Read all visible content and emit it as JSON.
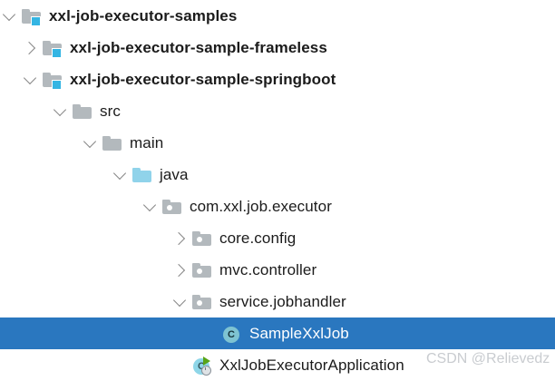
{
  "theme": {
    "background": "#ffffff",
    "selection_background": "#2a77bf",
    "selection_text": "#ffffff",
    "text": "#1b1b1b",
    "folder_gray": "#b3b9bd",
    "folder_cyan": "#90d3ea",
    "module_badge": "#34b5e3",
    "class_icon": "#8ecfd8",
    "run_arrow": "#59a416",
    "watermark": "#c9ccd0"
  },
  "tree": {
    "name": "project-tree",
    "rows": [
      {
        "label": "xxl-job-executor-samples",
        "icon": "module-folder-icon",
        "chevron": "chevron-down-icon",
        "depth": 0,
        "bold": true,
        "selected": false
      },
      {
        "label": "xxl-job-executor-sample-frameless",
        "icon": "module-folder-icon",
        "chevron": "chevron-right-icon",
        "depth": 1,
        "bold": true,
        "selected": false
      },
      {
        "label": "xxl-job-executor-sample-springboot",
        "icon": "module-folder-icon",
        "chevron": "chevron-down-icon",
        "depth": 1,
        "bold": true,
        "selected": false
      },
      {
        "label": "src",
        "icon": "folder-icon",
        "chevron": "chevron-down-icon",
        "depth": 2,
        "bold": false,
        "selected": false
      },
      {
        "label": "main",
        "icon": "folder-icon",
        "chevron": "chevron-down-icon",
        "depth": 3,
        "bold": false,
        "selected": false
      },
      {
        "label": "java",
        "icon": "source-folder-icon",
        "chevron": "chevron-down-icon",
        "depth": 4,
        "bold": false,
        "selected": false
      },
      {
        "label": "com.xxl.job.executor",
        "icon": "package-icon",
        "chevron": "chevron-down-icon",
        "depth": 5,
        "bold": false,
        "selected": false
      },
      {
        "label": "core.config",
        "icon": "package-icon",
        "chevron": "chevron-right-icon",
        "depth": 6,
        "bold": false,
        "selected": false
      },
      {
        "label": "mvc.controller",
        "icon": "package-icon",
        "chevron": "chevron-right-icon",
        "depth": 6,
        "bold": false,
        "selected": false
      },
      {
        "label": "service.jobhandler",
        "icon": "package-icon",
        "chevron": "chevron-down-icon",
        "depth": 6,
        "bold": false,
        "selected": false
      },
      {
        "label": "SampleXxlJob",
        "icon": "java-class-icon",
        "icon_letter": "C",
        "chevron": "none",
        "depth": 7,
        "bold": false,
        "selected": true
      },
      {
        "label": "XxlJobExecutorApplication",
        "icon": "runnable-java-class-icon",
        "icon_letter": "C",
        "chevron": "none",
        "depth": 6,
        "bold": false,
        "selected": false
      }
    ]
  },
  "watermark": {
    "text": "CSDN @Relievedz"
  }
}
